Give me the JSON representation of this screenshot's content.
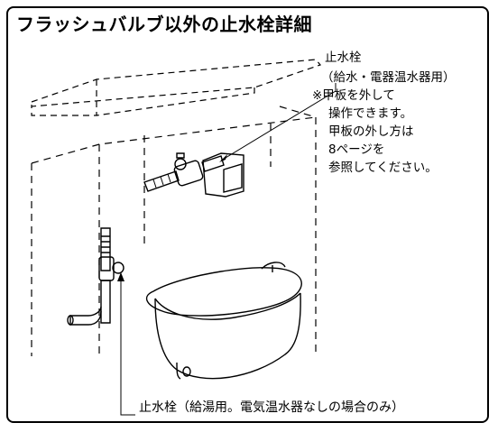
{
  "title": "フラッシュバルブ以外の止水栓詳細",
  "labels": {
    "valve_top": "止水栓",
    "valve_top_sub": "（給水・電器温水器用）",
    "valve_bottom": "止水栓（給湯用。電気温水器なしの場合のみ）"
  },
  "note": {
    "lines": [
      "※甲板を外して",
      "操作できます。",
      "甲板の外し方は",
      "8ページを",
      "参照してください。"
    ]
  }
}
